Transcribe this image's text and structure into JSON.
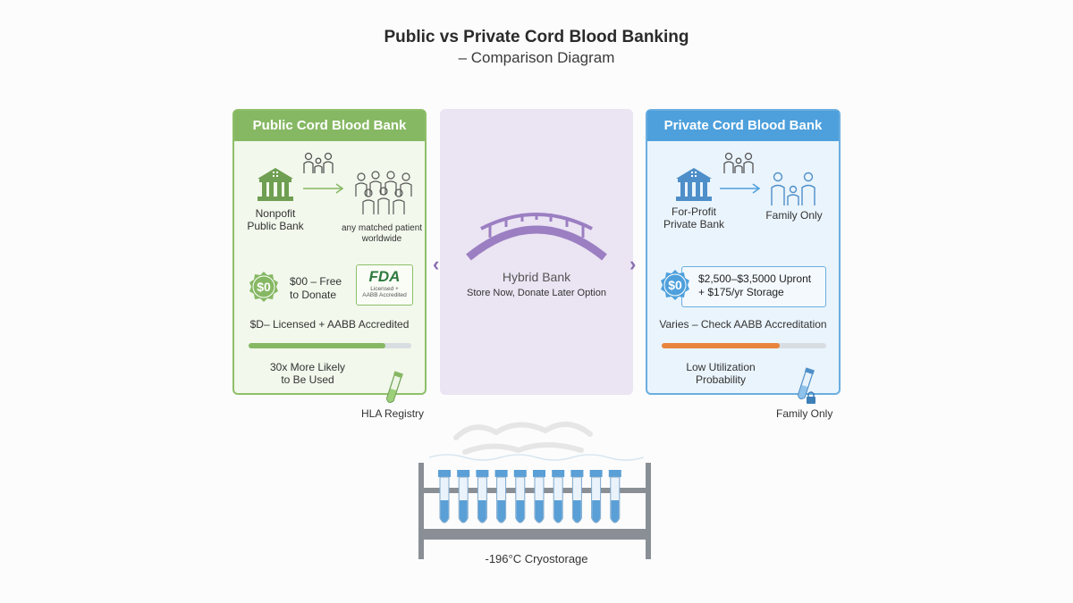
{
  "title": {
    "line1": "Public vs Private Cord Blood Banking",
    "line2": "– Comparison Diagram"
  },
  "public": {
    "header": "Public Cord Blood Bank",
    "bank_label_1": "Nonpofit",
    "bank_label_2": "Public Bank",
    "recipient_label_1": "any matched patient",
    "recipient_label_2": "worldwide",
    "badge": "$0",
    "cost_1": "$00 – Free",
    "cost_2": "to Donate",
    "fda_title": "FDA",
    "fda_sub_1": "Licensed +",
    "fda_sub_2": "AABB Accredited",
    "accreditation": "$D– Licensed + AABB Accredited",
    "usage_level": 0.84,
    "usage_1": "30x More Likely",
    "usage_2": "to Be Used",
    "registry": "HLA Registry",
    "color": "#86b863"
  },
  "hybrid": {
    "title": "Hybrid Bank",
    "subtitle": "Store Now, Donate Later Option",
    "color": "#9b7fc2"
  },
  "private": {
    "header": "Private Cord Blood Bank",
    "bank_label_1": "For-Profit",
    "bank_label_2": "Private Bank",
    "recipient_label": "Family Only",
    "badge": "$0",
    "cost_1": "$2,500–$3,5000 Upront",
    "cost_2": "+ $175/yr Storage",
    "accreditation": "Varies – Check AABB Accreditation",
    "usage_level": 0.72,
    "usage_1": "Low Utilization",
    "usage_2": "Probability",
    "registry": "Family Only",
    "color": "#4ea0dc",
    "bar_color": "#e8843c"
  },
  "cryo": {
    "label": "-196°C Cryostorage",
    "vials": 10
  }
}
